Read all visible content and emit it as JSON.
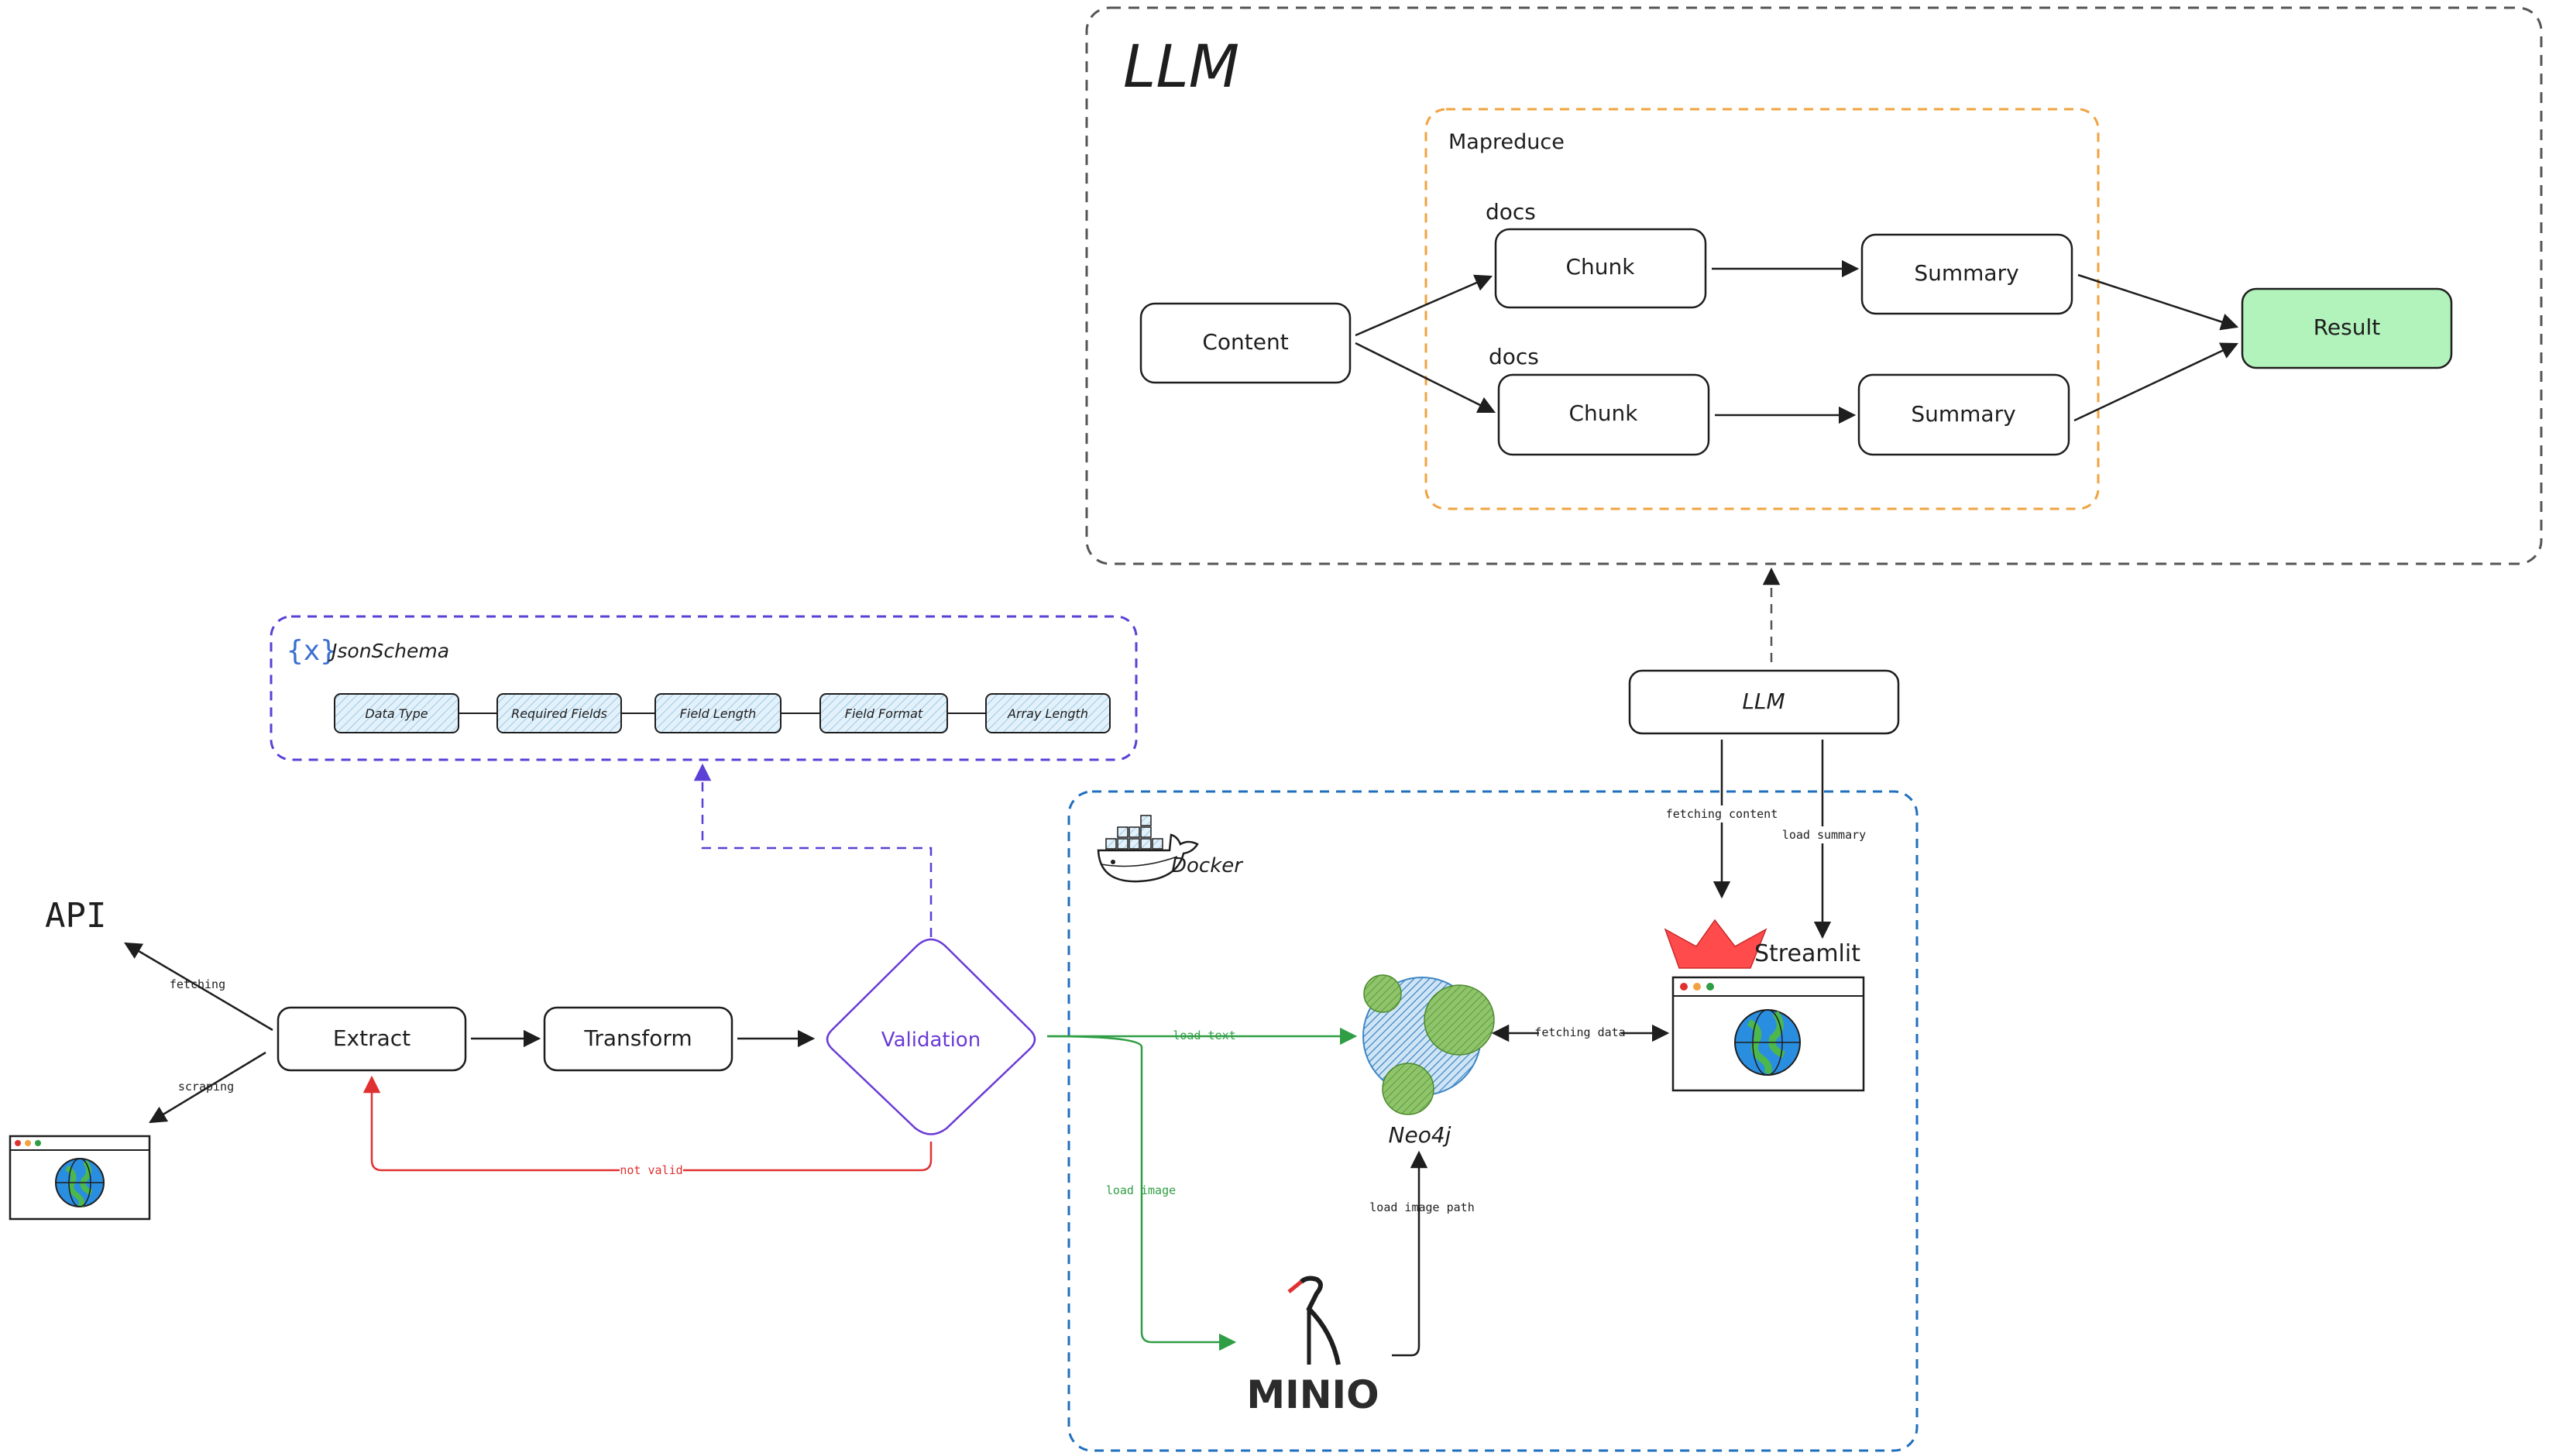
{
  "colors": {
    "ink": "#1e1e1e",
    "llm_frame": "#555555",
    "mapreduce_frame": "#f0a340",
    "schema_frame": "#5b3fd6",
    "docker_frame": "#1f6fbf",
    "result_fill": "#b2f2bb",
    "schema_field_fill": "#d7ebf7",
    "green_arrow": "#2f9e44",
    "red_arrow": "#e03131",
    "validation": "#6a3bd6"
  },
  "llm_section": {
    "title": "LLM",
    "mapreduce": {
      "title": "Mapreduce",
      "docs_label_1": "docs",
      "docs_label_2": "docs",
      "chunk_1": "Chunk",
      "chunk_2": "Chunk",
      "summary_1": "Summary",
      "summary_2": "Summary"
    },
    "content": "Content",
    "result": "Result"
  },
  "json_schema": {
    "title": "JsonSchema",
    "icon": "braces-x-icon",
    "fields": [
      "Data Type",
      "Required Fields",
      "Field Length",
      "Field Format",
      "Array Length"
    ]
  },
  "pipeline": {
    "api": "API",
    "extract": "Extract",
    "transform": "Transform",
    "validation": "Validation",
    "fetching": "fetching",
    "scraping": "scraping",
    "not_valid": "not valid"
  },
  "docker": {
    "title": "Docker",
    "icon": "docker-whale-icon",
    "neo4j": "Neo4j",
    "minio": "MINIO",
    "streamlit": "Streamlit",
    "load_text": "load text",
    "load_image": "load image",
    "load_image_path": "load image path",
    "fetching_data": "fetching data"
  },
  "llm_node": {
    "label": "LLM",
    "fetching_content": "fetching content",
    "load_summary": "load summary"
  }
}
